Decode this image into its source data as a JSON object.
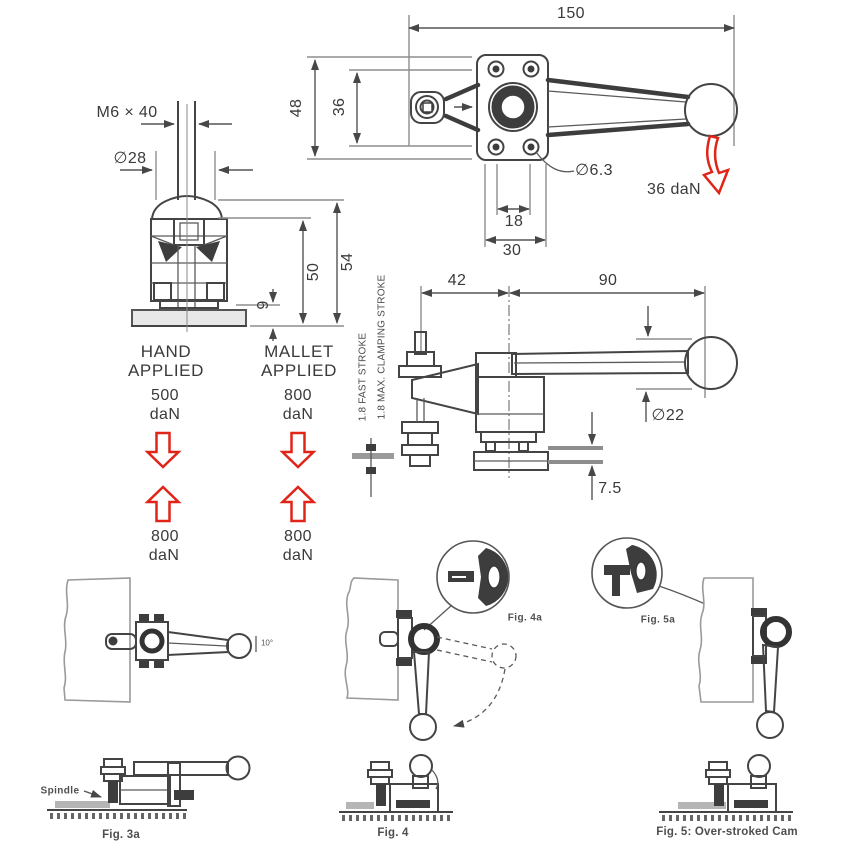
{
  "colors": {
    "red": "#e02418"
  },
  "top_view": {
    "dim_length": "150",
    "dim_width": "48",
    "dim_inner": "36",
    "dim_hole_pitch": "18",
    "dim_flange": "30",
    "hole_dia": "∅6.3",
    "force": "36 daN"
  },
  "front_view": {
    "thread": "M6 × 40",
    "dia": "∅28",
    "dim_base": "9",
    "dim_body": "50",
    "dim_total": "54"
  },
  "force_table": {
    "hand": {
      "title1": "HAND",
      "title2": "APPLIED",
      "applied_value": "500",
      "applied_unit": "daN",
      "holding_value": "800",
      "holding_unit": "daN"
    },
    "mallet": {
      "title1": "MALLET",
      "title2": "APPLIED",
      "applied_value": "800",
      "applied_unit": "daN",
      "holding_value": "800",
      "holding_unit": "daN"
    }
  },
  "strokes": {
    "fast": "1.8 FAST STROKE",
    "max_clamping": "1.8 MAX. CLAMPING STROKE"
  },
  "side_view": {
    "dim_left": "42",
    "dim_right": "90",
    "knob_dia": "∅22",
    "dim_gap": "7.5"
  },
  "figures": {
    "fig3a": {
      "caption": "Fig. 3a",
      "spindle": "Spindle",
      "angle": "10°"
    },
    "fig4": {
      "caption": "Fig. 4",
      "detail": "Fig. 4a"
    },
    "fig5": {
      "caption": "Fig. 5: Over-stroked Cam",
      "detail": "Fig. 5a"
    }
  }
}
